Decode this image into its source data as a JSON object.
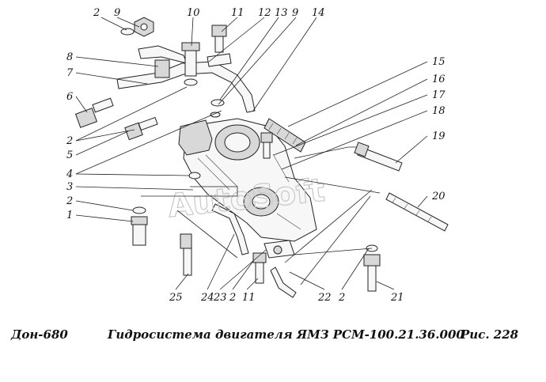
{
  "footer": {
    "doc_code": "Дон-680",
    "caption": "Гидросистема двигателя ЯМЗ РСМ-100.21.36.000",
    "figure": "Рис.   228"
  },
  "watermark": "AutoSoft",
  "callouts": {
    "c2a": "2",
    "c9a": "9",
    "c10": "10",
    "c11a": "11",
    "c12": "12",
    "c13": "13",
    "c9b": "9",
    "c14": "14",
    "c8": "8",
    "c7": "7",
    "c6": "6",
    "c2b": "2",
    "c5": "5",
    "c4": "4",
    "c3": "3",
    "c2c": "2",
    "c1": "1",
    "c15": "15",
    "c16": "16",
    "c17": "17",
    "c18": "18",
    "c19": "19",
    "c20": "20",
    "c25": "25",
    "c24": "24",
    "c23": "23",
    "c2d": "2",
    "c11b": "11",
    "c22": "22",
    "c2e": "2",
    "c21": "21"
  }
}
